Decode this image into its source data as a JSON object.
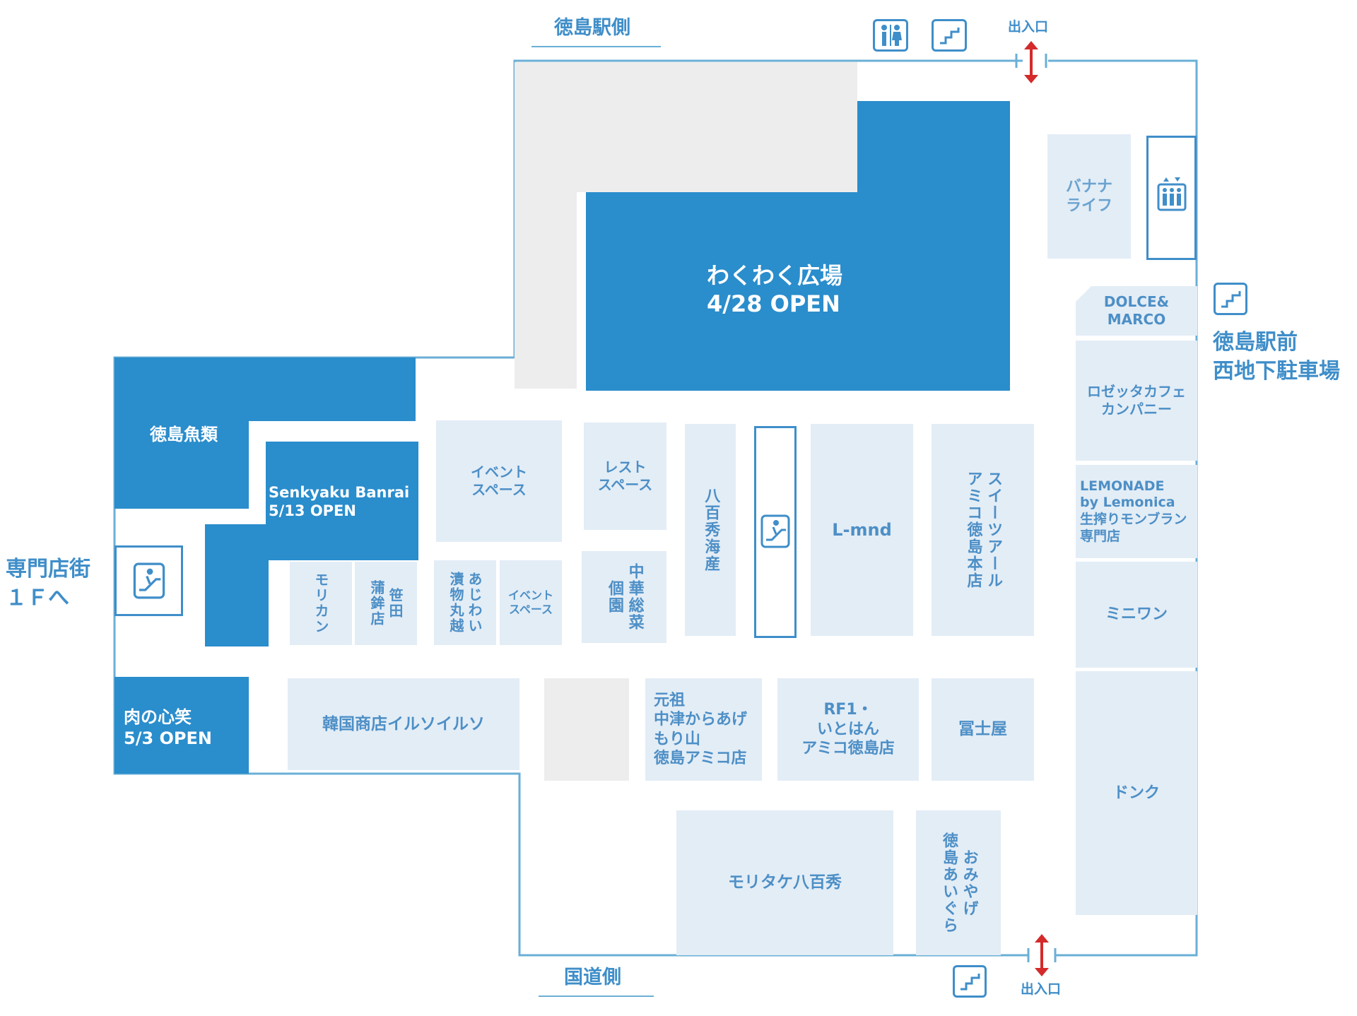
{
  "orientation": {
    "top": "徳島駅側",
    "bottom": "国道側",
    "left": "専門店街\n１Ｆへ",
    "right": "徳島駅前\n西地下駐車場",
    "entrance_top": "出入口",
    "entrance_bottom": "出入口"
  },
  "stores": {
    "wakuwaku": "わくわく広場\n4/28 OPEN",
    "tokushima_gyorui": "徳島魚類",
    "senkyaku": "Senkyaku Banrai\n5/13 OPEN",
    "nikunokokoro": "肉の心笑\n5/3 OPEN",
    "morikan": "モリカン",
    "sasada": "笹田\n蒲鉾店",
    "ajiwai": "あじわい\n漬物丸越",
    "event1": "イベント\nスペース",
    "event2": "イベント\nスペース",
    "rest": "レスト\nスペース",
    "chuka": "中華総菜\n個園",
    "yaohide_kaisan": "八百秀海産",
    "lmnd": "L-mnd",
    "sweets": "スイーツアール\nアミコ徳島本店",
    "banana": "バナナ\nライフ",
    "dolce": "DOLCE&\nMARCO",
    "rosetta": "ロゼッタカフェ\nカンパニー",
    "lemonade": "LEMONADE\nby Lemonica\n生搾りモンブラン\n専門店",
    "miniwan": "ミニワン",
    "donq": "ドンク",
    "kankoku": "韓国商店イルソイルソ",
    "karaage": "元祖\n中津からあげ\nもり山\n徳島アミコ店",
    "rf1": "RF1・\nいとはん\nアミコ徳島店",
    "fujiya": "冨士屋",
    "moritake": "モリタケ八百秀",
    "omiyage": "おみやげ\n徳島あいぐら"
  },
  "colors": {
    "highlight": "#2a8dcc",
    "tenant": "#e3edf6",
    "tenant_text": "#4d8fc6",
    "outline": "#6aafd6",
    "reserved": "#ededed",
    "entrance_arrow": "#d42a2a"
  },
  "icons": [
    "restroom-icon",
    "stairs-icon",
    "elevator-icon",
    "escalator-icon",
    "entrance-arrow-icon"
  ]
}
